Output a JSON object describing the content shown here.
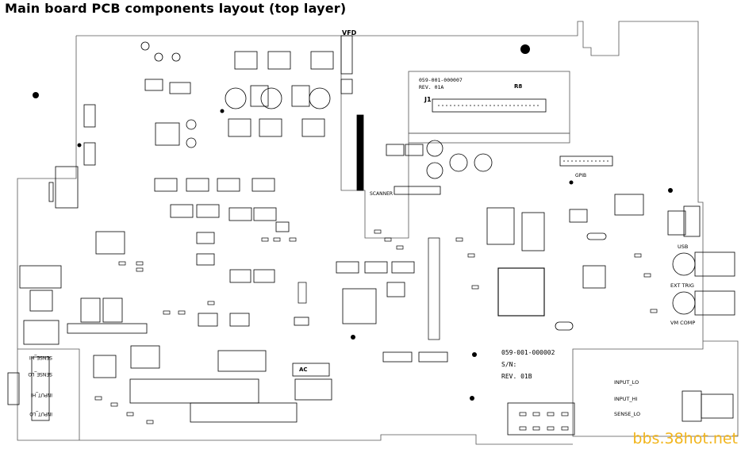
{
  "title": "Main board PCB components layout (top layer)",
  "labels": {
    "vfd": "VFD",
    "scanner": "SCANNER",
    "gpib": "GPIB",
    "j1": "J1",
    "r8": "R8",
    "top_part": "059-001-000007",
    "top_rev": "REV. 01A",
    "usb": "USB",
    "ext_trig": "EXT TRIG",
    "vm_comp": "VM COMP",
    "board_part": "059-001-000002",
    "sn": "S/N:",
    "board_rev": "REV. 01B",
    "input_lo_right": "INPUT_LO",
    "input_hi_right": "INPUT_HI",
    "sense_lo_right": "SENSE_LO",
    "sense_hi_left": "SENSE_HI",
    "sense_lo_left": "SENSE_LO",
    "input_hi_left": "INPUT_HI",
    "input_lo_left": "INPUT_LO",
    "ac": "AC"
  },
  "watermark": "bbs.38hot.net"
}
